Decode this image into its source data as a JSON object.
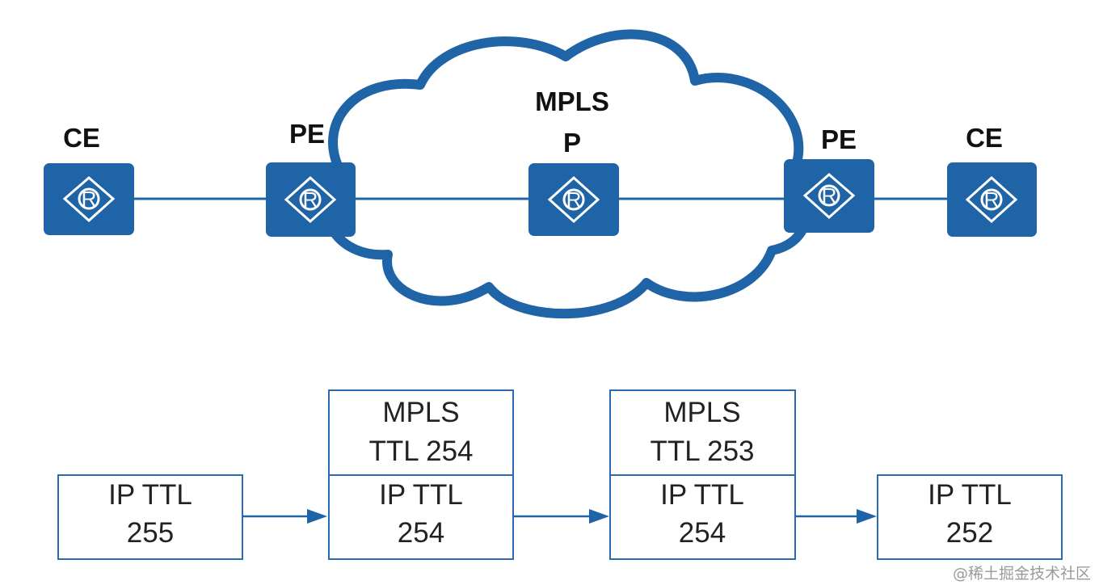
{
  "diagram": {
    "cloud_label": "MPLS",
    "nodes": [
      {
        "label": "CE",
        "glyph": "R"
      },
      {
        "label": "PE",
        "glyph": "R"
      },
      {
        "label": "P",
        "glyph": "R"
      },
      {
        "label": "PE",
        "glyph": "R"
      },
      {
        "label": "CE",
        "glyph": "R"
      }
    ],
    "packets": [
      {
        "ip_line1": "IP TTL",
        "ip_line2": "255"
      },
      {
        "mpls_line1": "MPLS",
        "mpls_line2": "TTL 254",
        "ip_line1": "IP TTL",
        "ip_line2": "254"
      },
      {
        "mpls_line1": "MPLS",
        "mpls_line2": "TTL 253",
        "ip_line1": "IP TTL",
        "ip_line2": "254"
      },
      {
        "ip_line1": "IP TTL",
        "ip_line2": "252"
      }
    ],
    "colors": {
      "router": "#1f64a6",
      "box_border": "#2a6ab0"
    }
  },
  "watermark": "@稀土掘金技术社区"
}
